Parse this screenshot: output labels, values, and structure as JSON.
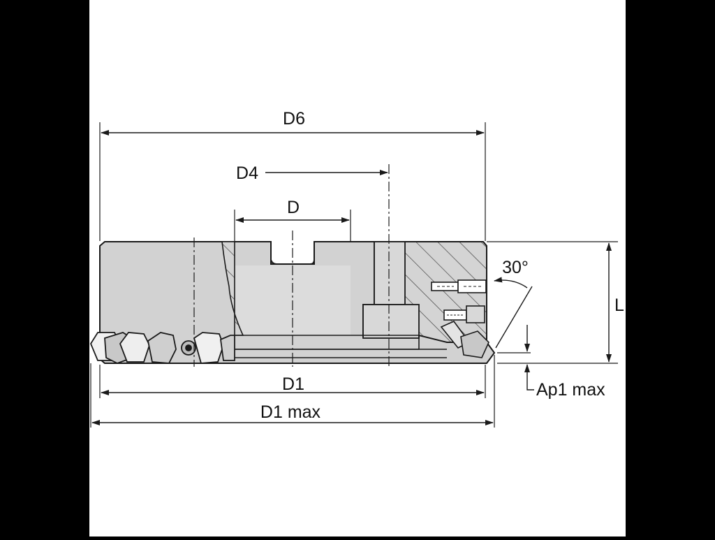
{
  "drawing": {
    "labels": {
      "d6": "D6",
      "d4": "D4",
      "d": "D",
      "angle": "30°",
      "l": "L",
      "d1": "D1",
      "d1max": "D1 max",
      "ap1max": "Ap1 max"
    },
    "colors": {
      "background": "#000000",
      "paper": "#ffffff",
      "body": "#d4d4d4",
      "body_dark": "#bdbdbd",
      "line": "#1a1a1a"
    }
  }
}
